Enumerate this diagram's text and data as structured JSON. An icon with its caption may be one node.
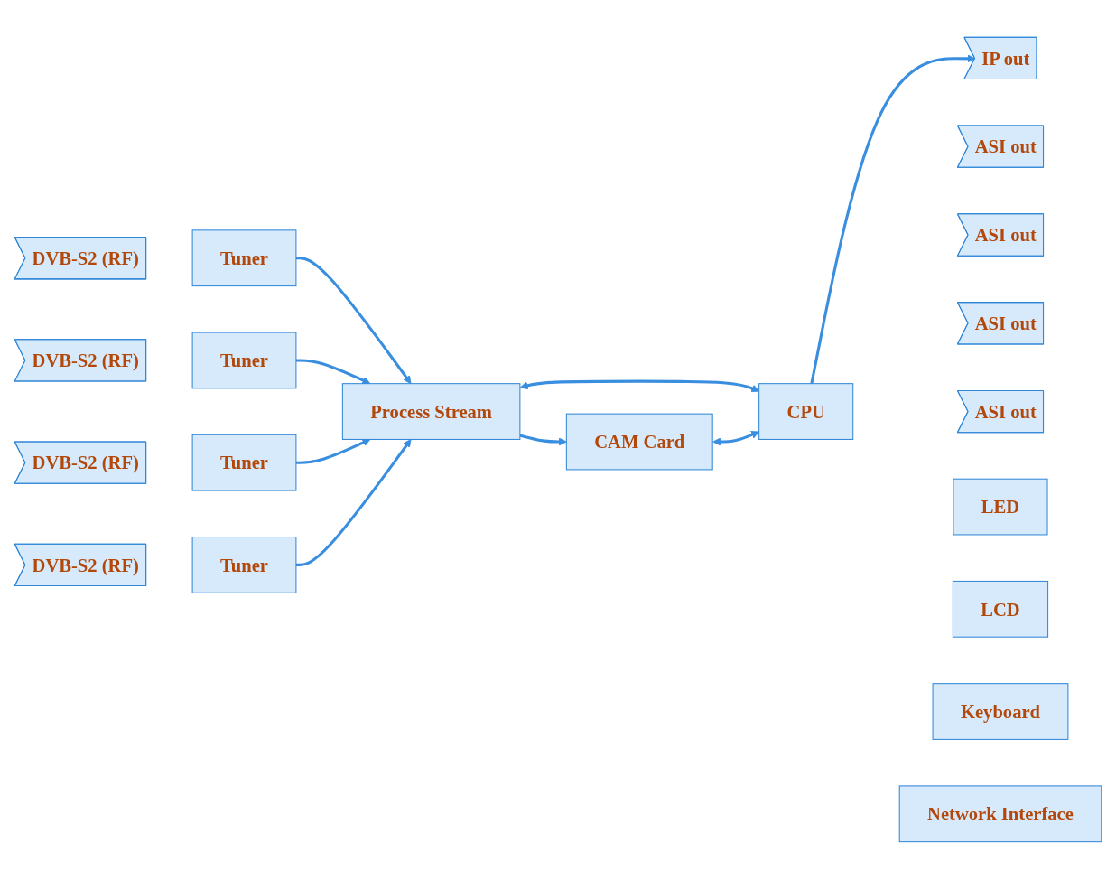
{
  "diagram": {
    "nodes": [
      {
        "text": [
          "DVB-S2 (RF)"
        ]
      },
      {
        "text": [
          "DVB-S2 (RF)"
        ]
      },
      {
        "text": [
          "DVB-S2 (RF)"
        ]
      },
      {
        "text": [
          "DVB-S2 (RF)"
        ]
      },
      {
        "text": [
          "Tuner"
        ]
      },
      {
        "text": [
          "Tuner"
        ]
      },
      {
        "text": [
          "Tuner"
        ]
      },
      {
        "text": [
          "Tuner"
        ]
      },
      {
        "text": [
          "Process Stream"
        ]
      },
      {
        "text": [
          "CAM Card"
        ]
      },
      {
        "text": [
          "ASI out"
        ]
      },
      {
        "text": [
          "ASI out"
        ]
      },
      {
        "text": [
          "ASI out"
        ]
      },
      {
        "text": [
          "ASI out"
        ]
      },
      {
        "text": [
          "IP out"
        ]
      },
      {
        "text": [
          "CPU"
        ]
      },
      {
        "text": [
          "LED"
        ]
      },
      {
        "text": [
          "LCD"
        ]
      },
      {
        "text": [
          "Keyboard"
        ]
      },
      {
        "text": [
          "Network Interface"
        ]
      }
    ],
    "edges": [
      {
        "from": 4,
        "to": 8,
        "arrow": "to"
      },
      {
        "from": 5,
        "to": 8,
        "arrow": "to"
      },
      {
        "from": 6,
        "to": 8,
        "arrow": "to"
      },
      {
        "from": 7,
        "to": 8,
        "arrow": "to"
      },
      {
        "from": 8,
        "to": 9,
        "arrow": "to"
      },
      {
        "from": 8,
        "to": 15,
        "arrow": "both"
      },
      {
        "from": 9,
        "to": 15,
        "arrow": "both"
      },
      {
        "from": 15,
        "to": 14,
        "arrow": "to"
      }
    ]
  }
}
